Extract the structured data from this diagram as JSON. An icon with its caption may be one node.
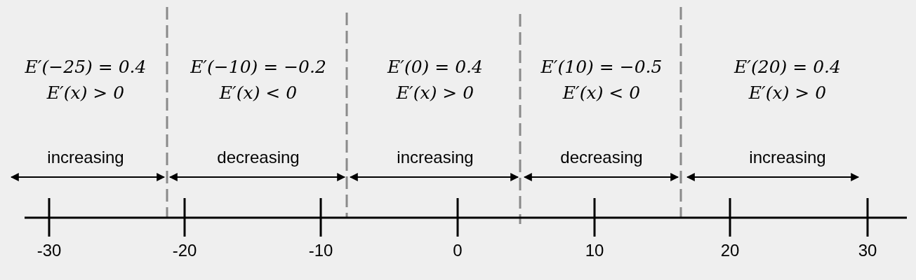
{
  "diagram": {
    "labels": [
      "E′(−25) = 0.4",
      "E′(−10) = −0.2",
      "E′(0) = 0.4",
      "E′(10) = −0.5",
      "E′(20) = 0.4",
      "E′(x) > 0",
      "E′(x) < 0",
      "E′(x) > 0",
      "E′(x) < 0",
      "E′(x) > 0",
      "increasing",
      "decreasing",
      "increasing",
      "decreasing",
      "increasing",
      "-30",
      "-20",
      "-10",
      "0",
      "10",
      "20",
      "30"
    ]
  }
}
